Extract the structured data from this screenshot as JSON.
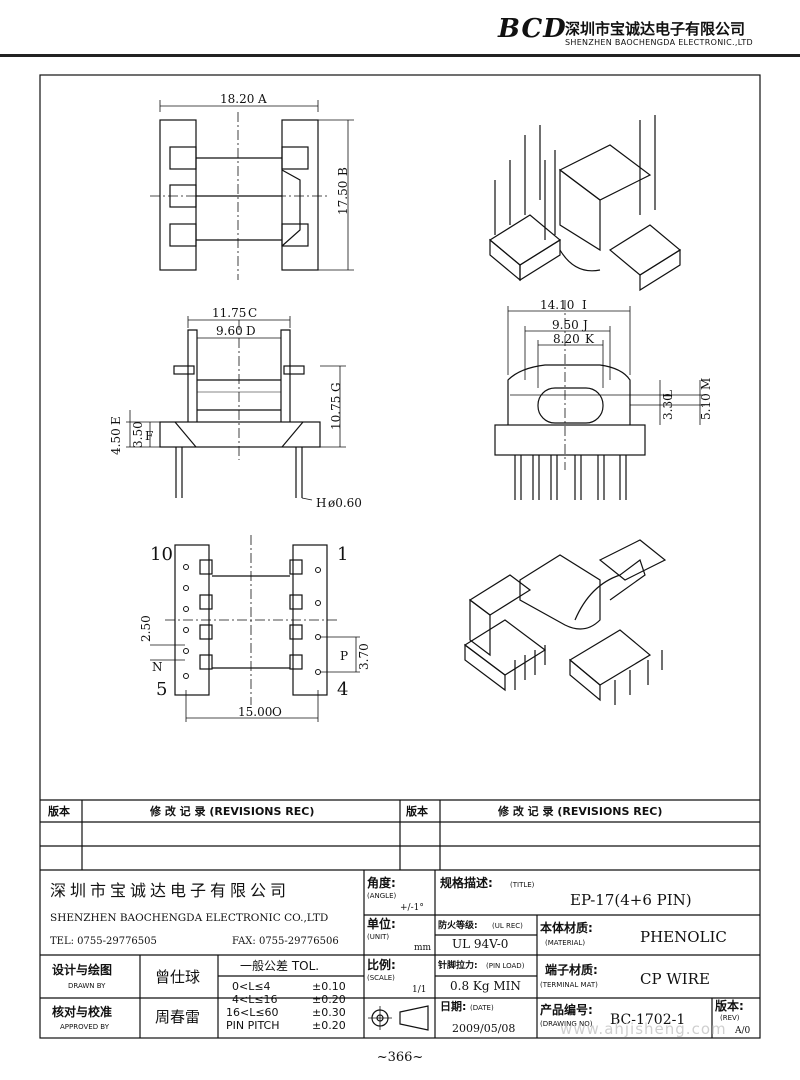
{
  "header": {
    "logo": "BCD",
    "company_cn": "深圳市宝诚达电子有限公司",
    "company_en": "SHENZHEN BAOCHENGDA ELECTRONIC.,LTD"
  },
  "drawing": {
    "dim_a": "18.20",
    "dim_a_tag": "A",
    "dim_b": "17.50",
    "dim_b_tag": "B",
    "dim_c": "11.75",
    "dim_c_tag": "C",
    "dim_d": "9.60",
    "dim_d_tag": "D",
    "dim_e": "4.50",
    "dim_e_tag": "E",
    "dim_f": "3.50",
    "dim_f_tag": "F",
    "dim_g": "10.75",
    "dim_g_tag": "G",
    "dim_h": "ø0.60",
    "dim_h_tag": "H",
    "dim_i": "14.10",
    "dim_i_tag": "I",
    "dim_j": "9.50",
    "dim_j_tag": "J",
    "dim_k": "8.20",
    "dim_k_tag": "K",
    "dim_l": "3.30",
    "dim_l_tag": "L",
    "dim_m": "5.10",
    "dim_m_tag": "M",
    "dim_n": "2.50",
    "dim_n_tag": "N",
    "dim_o": "15.00",
    "dim_o_tag": "O",
    "dim_p": "3.70",
    "dim_p_tag": "P",
    "pin_10": "10",
    "pin_1": "1",
    "pin_5": "5",
    "pin_4": "4"
  },
  "title_block": {
    "rev_label_1": "版本",
    "rev_rec_1": "修 改 记 录 (REVISIONS REC)",
    "rev_label_2": "版本",
    "rev_rec_2": "修 改 记 录 (REVISIONS REC)",
    "company_cn": "深圳市宝诚达电子有限公司",
    "company_en": "SHENZHEN BAOCHENGDA ELECTRONIC CO.,LTD",
    "tel": "TEL: 0755-29776505",
    "fax": "FAX: 0755-29776506",
    "angle_label": "角度:",
    "angle_en": "(ANGLE)",
    "angle_value": "+/-1°",
    "unit_label": "单位:",
    "unit_en": "(UNIT)",
    "unit_value": "mm",
    "scale_label": "比例:",
    "scale_en": "(SCALE)",
    "scale_value": "1/1",
    "title_label": "规格描述:",
    "title_en": "(TITLE)",
    "title_value": "EP-17(4+6 PIN)",
    "ul_label": "防火等级:",
    "ul_en": "(UL REC)",
    "ul_value": "UL 94V-0",
    "material_label": "本体材质:",
    "material_en": "(MATERIAL)",
    "material_value": "PHENOLIC",
    "pin_load_label": "针脚拉力:",
    "pin_load_en": "(PIN LOAD)",
    "pin_load_value": "0.8 Kg MIN",
    "terminal_label": "端子材质:",
    "terminal_en": "(TERMINAL MAT)",
    "terminal_value": "CP WIRE",
    "date_label": "日期:",
    "date_en": "(DATE)",
    "date_value": "2009/05/08",
    "drawing_no_label": "产品编号:",
    "drawing_no_en": "(DRAWING NO)",
    "drawing_no_value": "BC-1702-1",
    "rev_label": "版本:",
    "rev_en": "(REV)",
    "rev_value": "A/0",
    "drawn_label": "设计与绘图",
    "drawn_en": "DRAWN BY",
    "drawn_value": "曾仕球",
    "approved_label": "核对与校准",
    "approved_en": "APPROVED BY",
    "approved_value": "周春雷",
    "tol_title": "一般公差 TOL.",
    "tol_rows": [
      {
        "range": "0<L≤4",
        "tol": "±0.10"
      },
      {
        "range": "4<L≤16",
        "tol": "±0.20"
      },
      {
        "range": "16<L≤60",
        "tol": "±0.30"
      },
      {
        "range": "PIN PITCH",
        "tol": "±0.20"
      }
    ]
  },
  "page_number": "~366~",
  "watermark": "www.ahjisheng.com"
}
